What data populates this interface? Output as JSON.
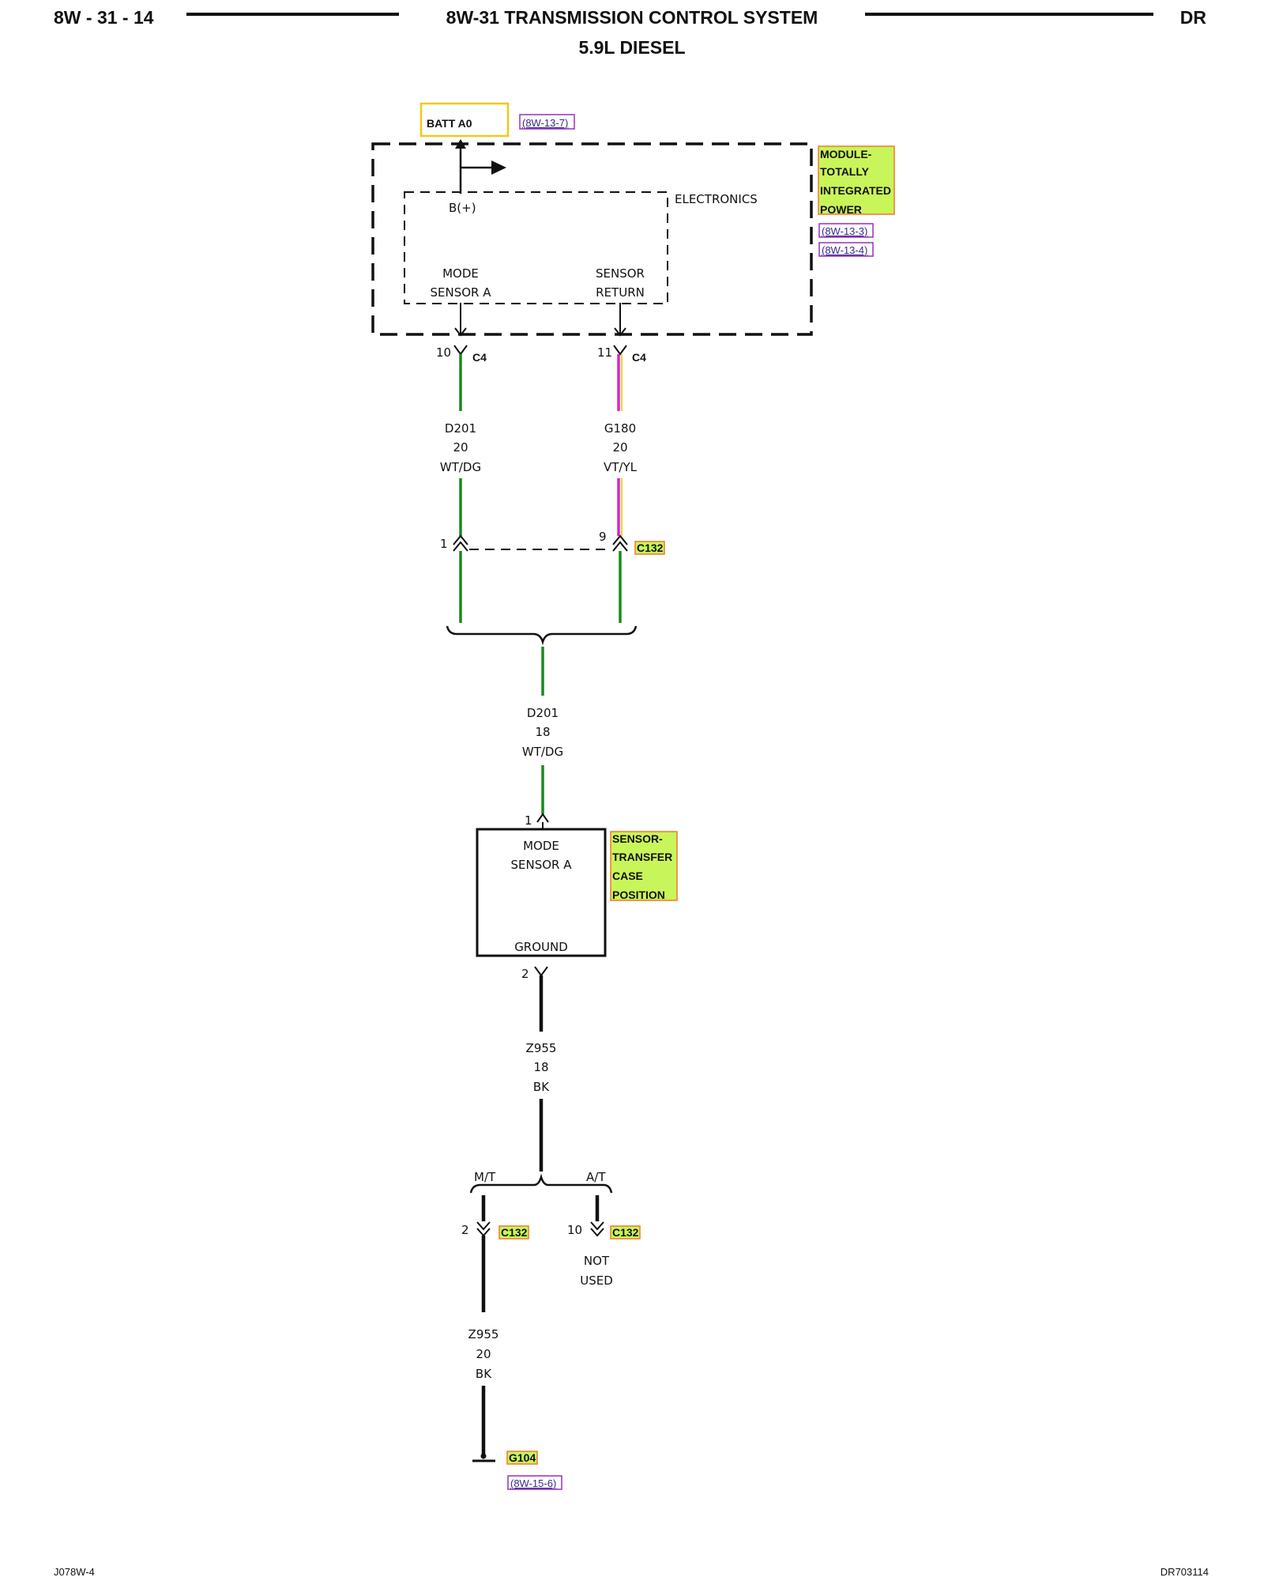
{
  "header": {
    "page_number": "8W - 31 - 14",
    "title": "8W-31 TRANSMISSION CONTROL SYSTEM",
    "subtitle": "5.9L DIESEL",
    "section": "DR"
  },
  "footer": {
    "left": "J078W-4",
    "right": "DR703114"
  },
  "colors": {
    "green_wire": "#1a8a1a",
    "violet_wire": "#e01ecf",
    "yellow_wire": "#f2d61a",
    "highlight": "#c8f55a",
    "highlight_border": "#f07a2a",
    "ref_border": "#9a2fbf",
    "batt_border": "#f2c81a"
  },
  "power": {
    "label": "BATT A0",
    "ref": "(8W-13-7)"
  },
  "tipm": {
    "name_lines": [
      "MODULE-",
      "TOTALLY",
      "INTEGRATED",
      "POWER"
    ],
    "refs": [
      "(8W-13-3)",
      "(8W-13-4)"
    ],
    "electronics_label": "ELECTRONICS",
    "bplus_label": "B(+)",
    "mode_sensor_lines": [
      "MODE",
      "SENSOR A"
    ],
    "sensor_return_lines": [
      "SENSOR",
      "RETURN"
    ]
  },
  "connectors": {
    "c4_left": {
      "pin": "10",
      "name": "C4"
    },
    "c4_right": {
      "pin": "11",
      "name": "C4"
    },
    "c132_left_pin": "1",
    "c132_right": {
      "pin": "9",
      "name": "C132"
    },
    "sensor_pin1": "1",
    "sensor_pin2": "2",
    "c132_mt": {
      "pin": "2",
      "name": "C132"
    },
    "c132_at": {
      "pin": "10",
      "name": "C132"
    }
  },
  "wires": {
    "d201_20": [
      "D201",
      "20",
      "WT/DG"
    ],
    "g180_20": [
      "G180",
      "20",
      "VT/YL"
    ],
    "d201_18": [
      "D201",
      "18",
      "WT/DG"
    ],
    "z955_18": [
      "Z955",
      "18",
      "BK"
    ],
    "z955_20": [
      "Z955",
      "20",
      "BK"
    ]
  },
  "sensor": {
    "name_lines": [
      "SENSOR-",
      "TRANSFER",
      "CASE",
      "POSITION"
    ],
    "mode_sensor_lines": [
      "MODE",
      "SENSOR A"
    ],
    "ground_label": "GROUND"
  },
  "ground_branch": {
    "mt_label": "M/T",
    "at_label": "A/T",
    "not_used_lines": [
      "NOT",
      "USED"
    ]
  },
  "ground": {
    "name": "G104",
    "ref": "(8W-15-6)"
  }
}
